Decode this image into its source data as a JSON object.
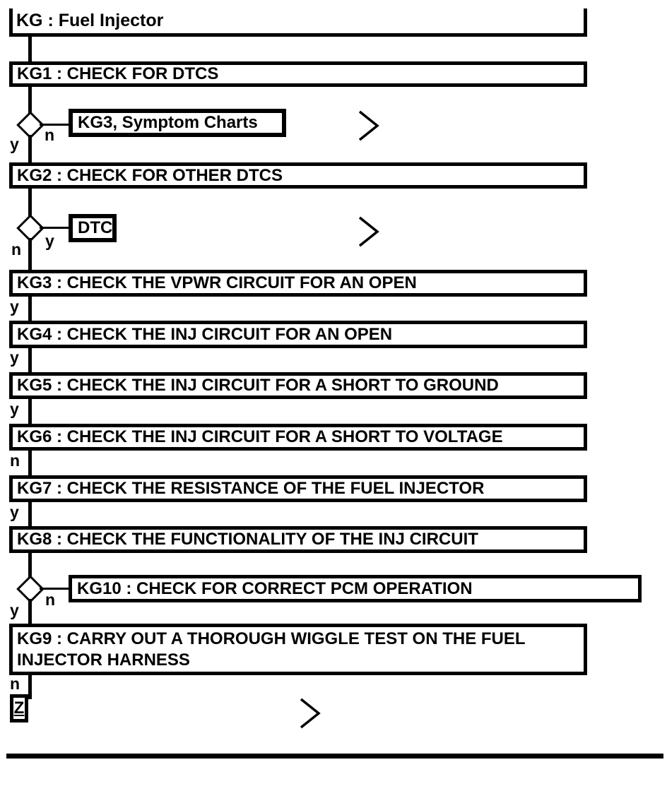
{
  "title": "KG : Fuel Injector",
  "steps": {
    "kg1": "KG1 : CHECK FOR DTCS",
    "kg2": "KG2 : CHECK FOR OTHER DTCS",
    "kg3": "KG3 : CHECK THE VPWR CIRCUIT FOR AN OPEN",
    "kg4": "KG4 : CHECK THE INJ CIRCUIT FOR AN OPEN",
    "kg5": "KG5 : CHECK THE INJ CIRCUIT FOR A SHORT TO GROUND",
    "kg6": "KG6 : CHECK THE INJ CIRCUIT FOR A SHORT TO VOLTAGE",
    "kg7": "KG7 : CHECK THE RESISTANCE OF THE FUEL INJECTOR",
    "kg8": "KG8 : CHECK THE FUNCTIONALITY OF THE INJ CIRCUIT",
    "kg9": "KG9 : CARRY OUT A THOROUGH WIGGLE TEST ON THE FUEL INJECTOR HARNESS"
  },
  "refs": {
    "symptom_charts": "KG3, Symptom Charts",
    "dtc": "DTC",
    "kg10": "KG10 : CHECK FOR CORRECT PCM OPERATION",
    "z_end": "Z"
  },
  "branches": {
    "d1_yes": "y",
    "d1_no": "n",
    "d2_no": "n",
    "d2_yes": "y",
    "kg3_yes": "y",
    "kg4_yes": "y",
    "kg5_yes": "y",
    "kg6_no": "n",
    "kg7_yes": "y",
    "d3_no": "n",
    "d3_yes": "y",
    "kg9_no": "n"
  },
  "colors": {
    "ink": "#000000",
    "paper": "#ffffff"
  }
}
